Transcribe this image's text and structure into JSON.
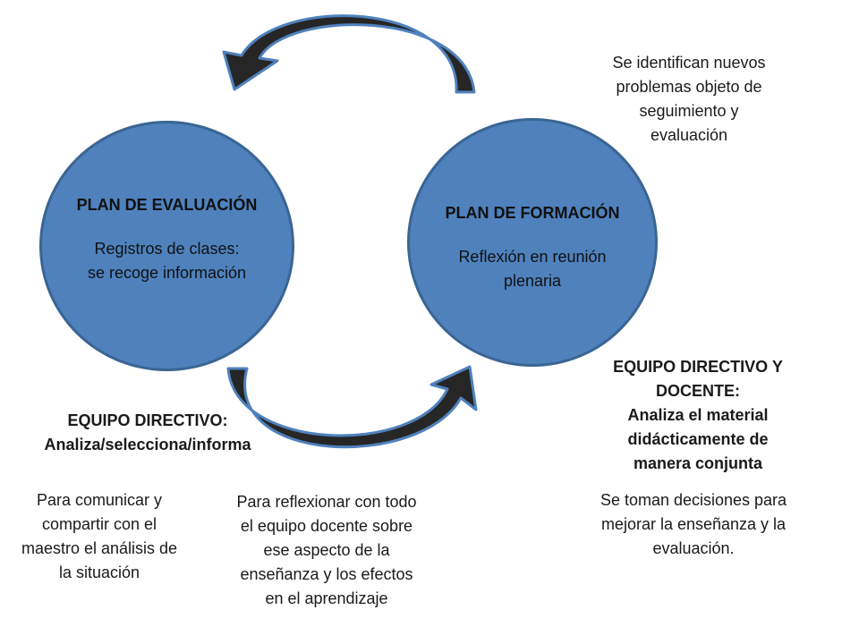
{
  "circles": {
    "evaluacion": {
      "title": "PLAN DE EVALUACIÓN",
      "line1": "Registros de clases:",
      "line2": "se recoge información"
    },
    "formacion": {
      "title": "PLAN DE  FORMACIÓN",
      "line1": "Reflexión en reunión",
      "line2": "plenaria"
    }
  },
  "labels": {
    "top_right": [
      "Se identifican nuevos",
      "problemas objeto de",
      "seguimiento y",
      "evaluación"
    ],
    "equipo_directivo": [
      "EQUIPO DIRECTIVO:",
      "Analiza/selecciona/informa"
    ],
    "equipo_directivo_docente": [
      "EQUIPO DIRECTIVO Y",
      "DOCENTE:",
      "Analiza  el material",
      "didácticamente de",
      "manera conjunta"
    ],
    "comunicar": [
      "Para comunicar y",
      "compartir con el",
      "maestro el análisis de",
      "la situación"
    ],
    "reflexionar": [
      "Para reflexionar con todo",
      "el equipo docente sobre",
      "ese aspecto de la",
      "enseñanza y los efectos",
      "en el  aprendizaje"
    ],
    "decisiones": [
      "Se toman decisiones para",
      "mejorar la enseñanza y la",
      "evaluación."
    ]
  },
  "colors": {
    "circle_fill": "#4f81bd",
    "circle_border": "#3a6593",
    "arrow_fill": "#262626",
    "arrow_edge": "#4f81bd"
  }
}
